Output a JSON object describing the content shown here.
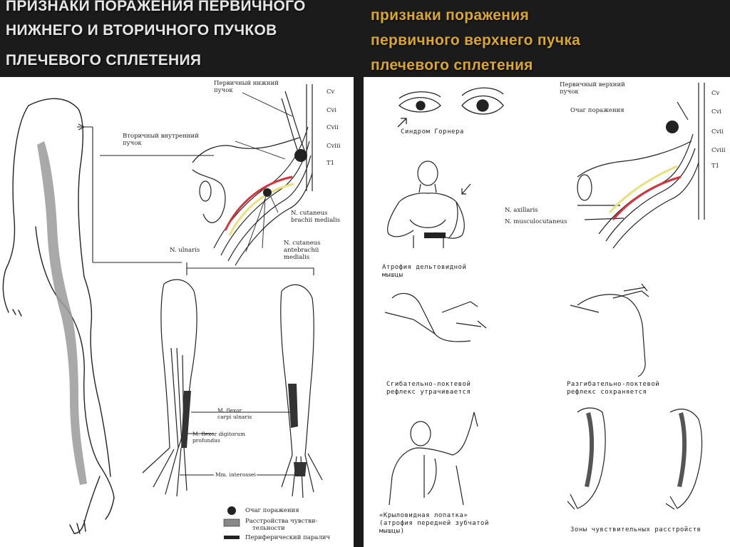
{
  "slide": {
    "title_left": {
      "line1": "ПРИЗНАКИ ПОРАЖЕНИЯ ПЕРВИЧНОГО",
      "line2": "НИЖНЕГО И ВТОРИЧНОГО ПУЧКОВ",
      "line3": "ПЛЕЧЕВОГО СПЛЕТЕНИЯ"
    },
    "title_right": {
      "line1": "признаки поражения",
      "line2": "первичного верхнего пучка",
      "line3": "плечевого сплетения"
    },
    "colors": {
      "background": "#1b1b1b",
      "title_left": "#e6e6e6",
      "title_right": "#d9a72a",
      "nerve_yellow": "#e8e07a",
      "artery_red": "#d6343a"
    }
  },
  "left_panel": {
    "labels": {
      "primary_lower": "Первичный нижний",
      "primary_lower_2": "пучок",
      "secondary_inner": "Вторичный внутренний",
      "secondary_inner_2": "пучок",
      "cv": "Cv",
      "cvi": "Cvi",
      "cvii": "Cvii",
      "cviii": "Cviii",
      "t1": "T1",
      "n_cut_brachii": "N. cutaneus",
      "n_cut_brachii_2": "brachii medialis",
      "n_cut_antebrachii": "N. cutaneus",
      "n_cut_antebrachii_2": "antebrachii",
      "n_cut_antebrachii_3": "medialis",
      "n_ulnaris": "N. ulnaris",
      "m_flexor_carpi": "M. flexor",
      "m_flexor_carpi_2": "carpi ulnaris",
      "m_flexor_digitorum": "M. flexor digitorum",
      "m_flexor_digitorum_2": "profundus",
      "mm_interossei": "Mm. interossei"
    },
    "legend": {
      "focus": "Очаг поражения",
      "sensory": "Расстройства чувстви-",
      "sensory_2": "тельности",
      "paralysis": "Периферический паралич"
    }
  },
  "right_panel": {
    "labels": {
      "primary_upper": "Первичный верхний",
      "primary_upper_2": "пучок",
      "focus": "Очаг поражения",
      "cv": "Cv",
      "cvi": "Cvi",
      "cvii": "Cvii",
      "cviii": "Cviii",
      "t1": "T1",
      "n_axillaris": "N. axillaris",
      "n_musculocutaneus": "N. musculocutaneus"
    },
    "captions": {
      "horner": "Синдром Горнера",
      "deltoid": "Атрофия дельтовидной",
      "deltoid_2": "мышцы",
      "flexor_reflex": "Сгибательно-локтевой",
      "flexor_reflex_2": "рефлекс утрачивается",
      "extensor_reflex": "Разгибательно-локтевой",
      "extensor_reflex_2": "рефлекс сохраняется",
      "scapula": "«Крыловидная лопатка»",
      "scapula_2": "(атрофия передней зубчатой",
      "scapula_3": "мышцы)",
      "zones": "Зоны чувствительных расстройств"
    }
  }
}
